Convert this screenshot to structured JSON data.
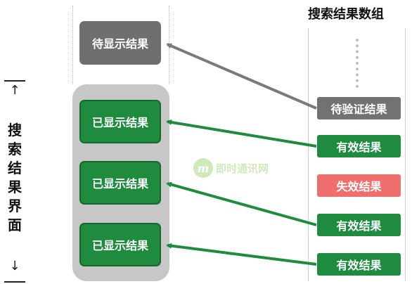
{
  "side_label": {
    "text": "搜\n索\n结\n果\n界\n面",
    "arrow_up": "↑",
    "arrow_down": "↓"
  },
  "right_title": "搜索结果数组",
  "left_boxes": [
    {
      "label": "待显示结果",
      "state": "pending"
    },
    {
      "label": "已显示结果",
      "state": "shown"
    },
    {
      "label": "已显示结果",
      "state": "shown"
    },
    {
      "label": "已显示结果",
      "state": "shown"
    }
  ],
  "right_boxes": [
    {
      "label": "待验证结果",
      "state": "pending"
    },
    {
      "label": "有效结果",
      "state": "valid"
    },
    {
      "label": "失效结果",
      "state": "invalid"
    },
    {
      "label": "有效结果",
      "state": "valid"
    },
    {
      "label": "有效结果",
      "state": "valid"
    }
  ],
  "watermark": {
    "logo": "m",
    "text": "即时通讯网"
  },
  "colors": {
    "shown_green": "#1f8b3f",
    "pending_gray": "#6f6f6f",
    "invalid_red": "#ef6f6f",
    "group_bg": "#c7c7c7"
  }
}
